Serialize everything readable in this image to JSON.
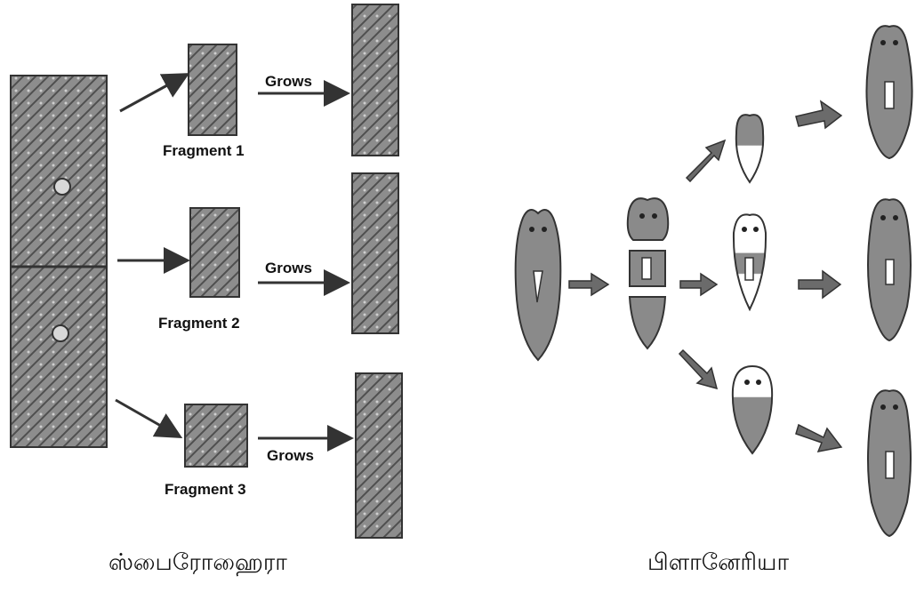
{
  "spirogyra": {
    "grows_label": "Grows",
    "fragments": [
      "Fragment 1",
      "Fragment 2",
      "Fragment 3"
    ],
    "caption": "ஸ்பைரோஹைரா"
  },
  "planaria": {
    "caption": "பிளானேரியா"
  },
  "colors": {
    "arrow": "#444444",
    "filament": "#7d7d7d",
    "planaria_body": "#8a8a8a"
  }
}
